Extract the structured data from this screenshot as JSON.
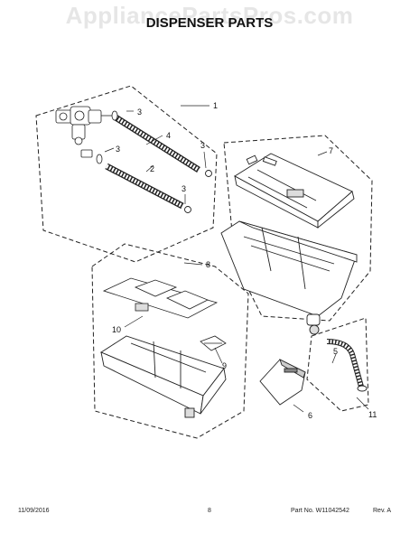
{
  "watermark": "AppliancePartsPros.com",
  "title": "DISPENSER PARTS",
  "callouts": [
    "1",
    "2",
    "3",
    "3",
    "3",
    "3",
    "4",
    "5",
    "6",
    "7",
    "8",
    "9",
    "10",
    "11"
  ],
  "footer": {
    "date": "11/09/2016",
    "page": "8",
    "part_number": "Part No. W11042542",
    "revision": "Rev. A"
  }
}
